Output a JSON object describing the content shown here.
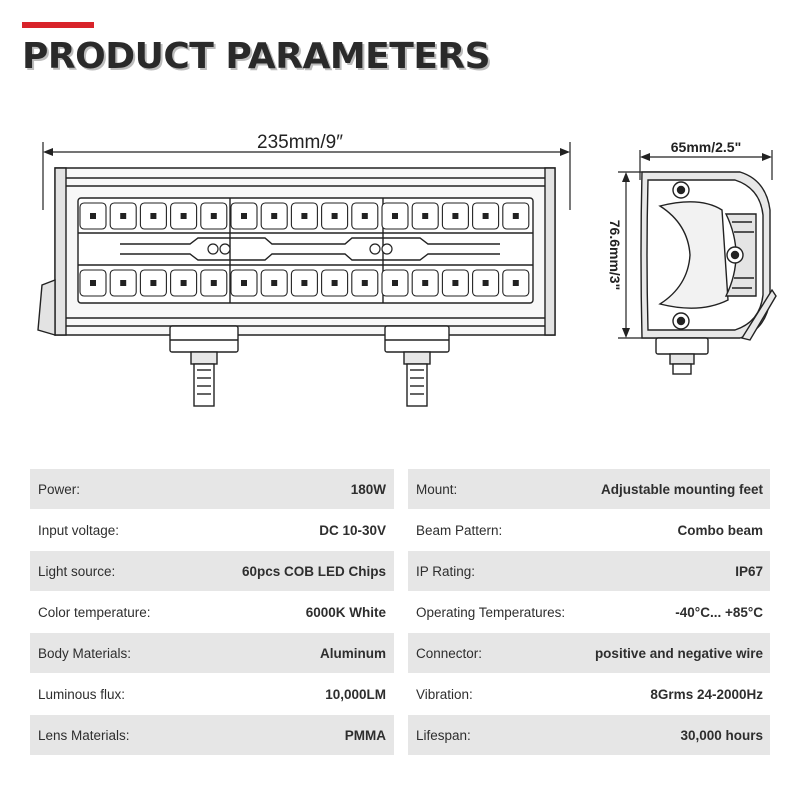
{
  "header": {
    "title": "PRODUCT PARAMETERS",
    "accent_color": "#d8232a"
  },
  "dimensions": {
    "length": "235mm/9″",
    "width": "65mm/2.5\"",
    "height": "76.6mm/3\""
  },
  "specs": [
    {
      "left_label": "Power:",
      "left_value": "180W",
      "right_label": "Mount:",
      "right_value": "Adjustable mounting feet"
    },
    {
      "left_label": "Input voltage:",
      "left_value": "DC 10-30V",
      "right_label": "Beam Pattern:",
      "right_value": "Combo beam"
    },
    {
      "left_label": "Light source:",
      "left_value": "60pcs COB LED Chips",
      "right_label": "IP Rating:",
      "right_value": "IP67"
    },
    {
      "left_label": "Color temperature:",
      "left_value": "6000K White",
      "right_label": "Operating Temperatures:",
      "right_value": "-40°C... +85°C"
    },
    {
      "left_label": "Body Materials:",
      "left_value": "Aluminum",
      "right_label": "Connector:",
      "right_value": "positive and negative wire"
    },
    {
      "left_label": "Luminous flux:",
      "left_value": "10,000LM",
      "right_label": "Vibration:",
      "right_value": "8Grms 24-2000Hz"
    },
    {
      "left_label": "Lens Materials:",
      "left_value": "PMMA",
      "right_label": "Lifespan:",
      "right_value": "30,000 hours"
    }
  ]
}
